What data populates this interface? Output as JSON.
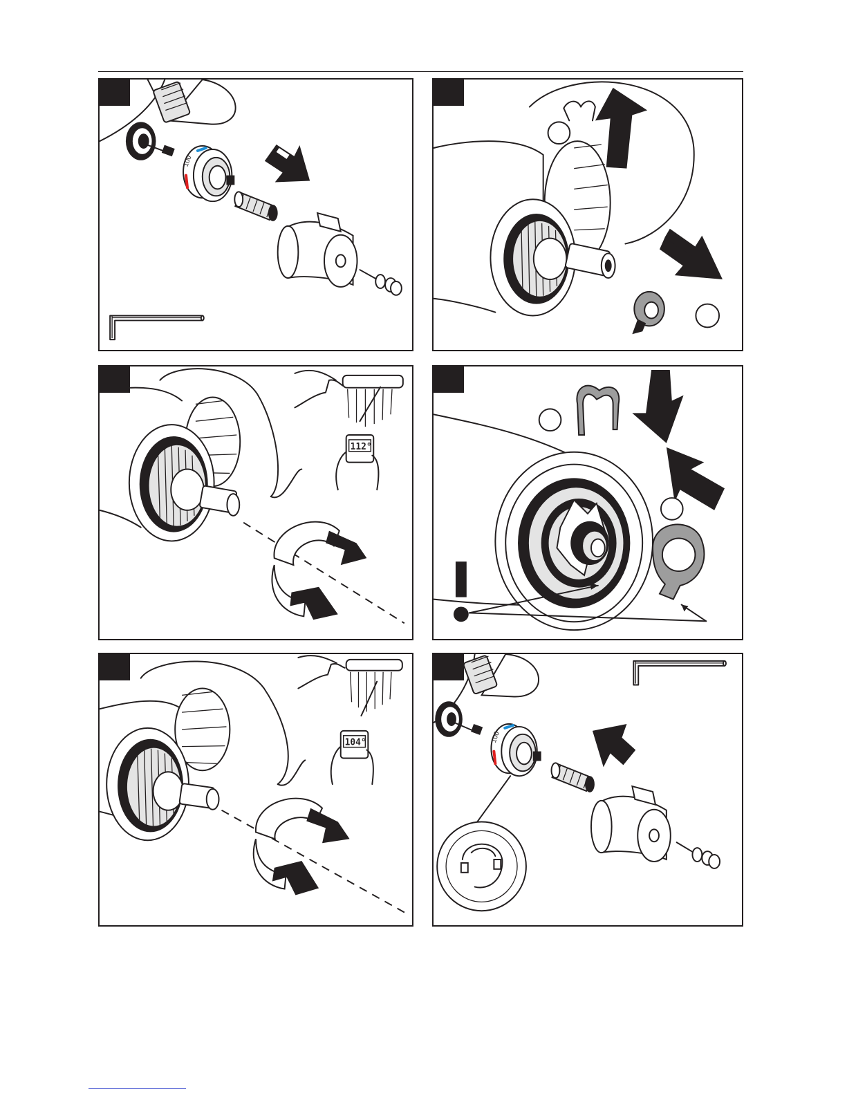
{
  "panels": [
    {
      "id": "step-1",
      "readout": "",
      "color_cold": "#1e8fd6",
      "color_hot": "#e0201f"
    },
    {
      "id": "step-2",
      "readout": ""
    },
    {
      "id": "step-3",
      "readout": "112°"
    },
    {
      "id": "step-4",
      "readout": ""
    },
    {
      "id": "step-5",
      "readout": "104°"
    },
    {
      "id": "step-6",
      "readout": "",
      "color_cold": "#1e8fd6",
      "color_hot": "#e0201f"
    }
  ],
  "icons": {
    "hex_key": "allen-key-icon",
    "arrow": "direction-arrow-icon",
    "rotate": "rotation-arrow-icon",
    "warning": "exclamation-icon",
    "thermometer": "digital-thermometer-icon",
    "hand_shower": "hand-shower-icon"
  },
  "colors": {
    "ink": "#231f20",
    "cold": "#1e8fd6",
    "hot": "#e0201f",
    "grey_part": "#9d9d9d"
  }
}
